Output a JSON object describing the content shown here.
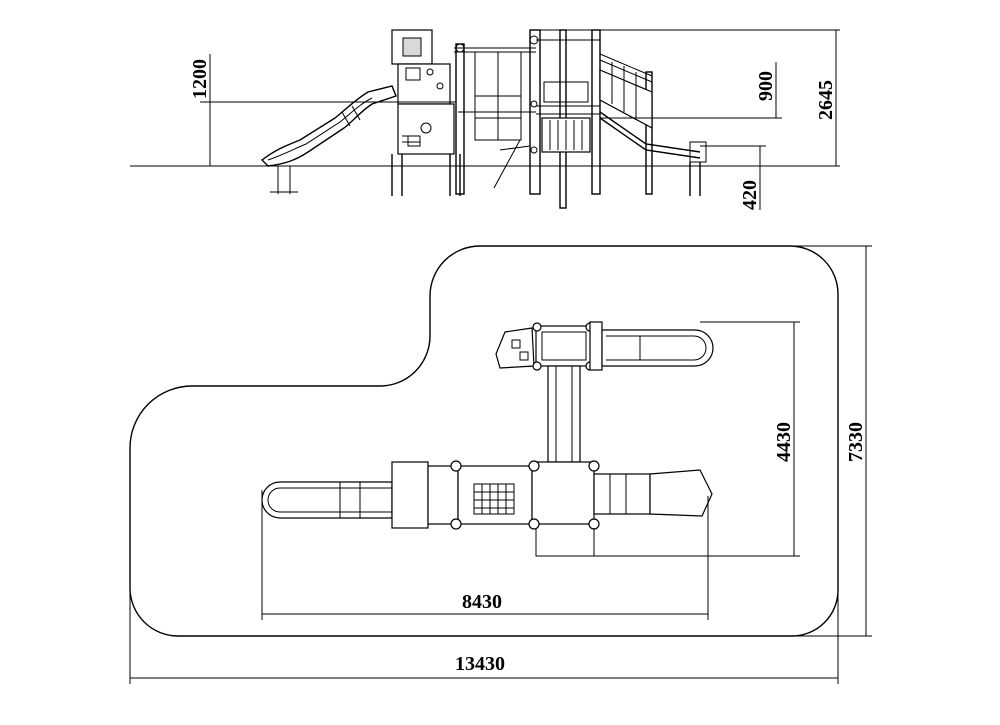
{
  "dimensions": {
    "elevation": {
      "slide_height": "1200",
      "rail_height": "900",
      "total_height": "2645",
      "lower_deck": "420"
    },
    "plan": {
      "width_inner": "4430",
      "width_outer": "7330",
      "length_inner": "8430",
      "length_outer": "13430"
    }
  },
  "colors": {
    "line": "#000000",
    "background": "#ffffff",
    "panel_fill": "#d9d9d9"
  }
}
